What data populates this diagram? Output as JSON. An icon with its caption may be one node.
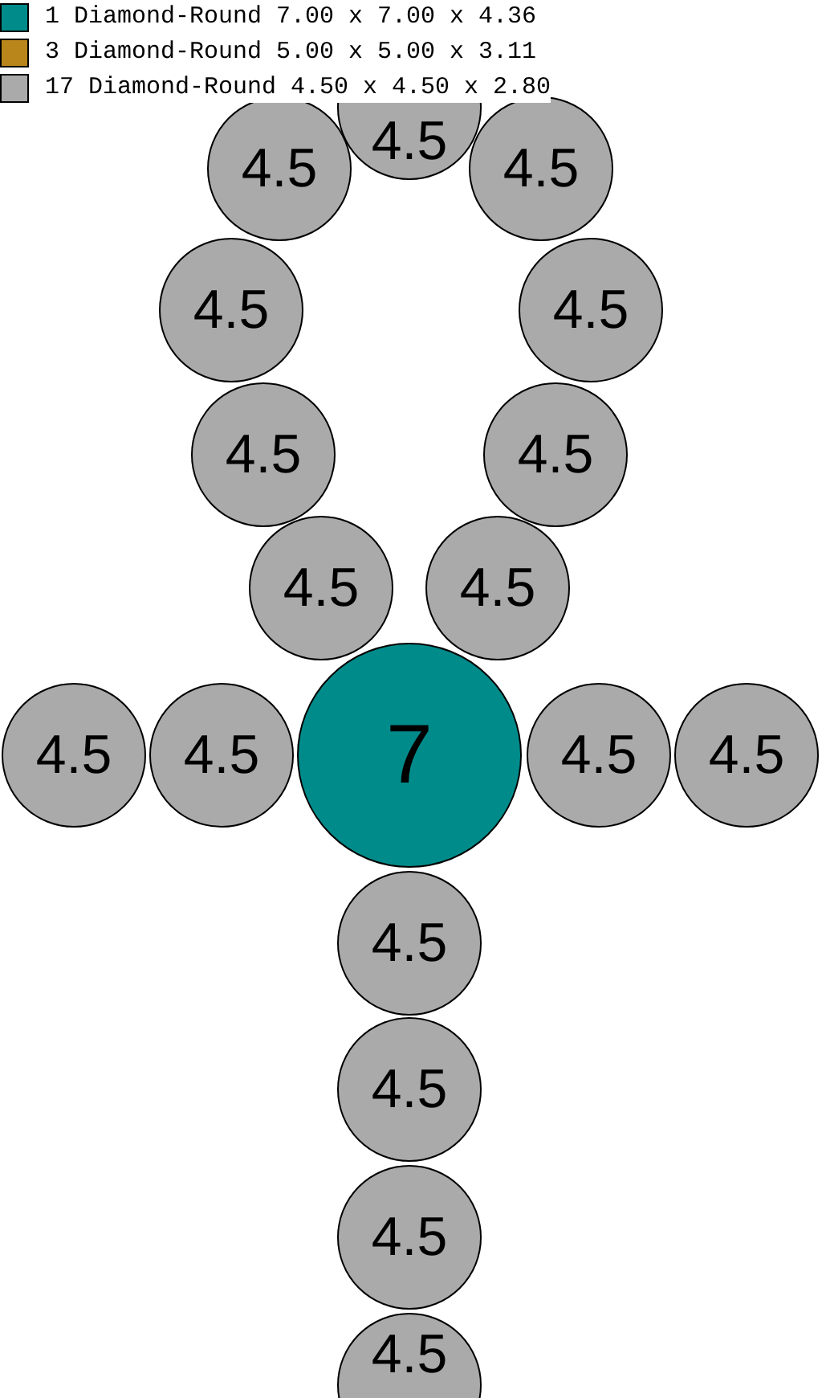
{
  "diagram": {
    "nodes": [
      {
        "text": [
          "4.5"
        ]
      },
      {
        "text": [
          "4.5"
        ]
      },
      {
        "text": [
          "4.5"
        ]
      },
      {
        "text": [
          "4.5"
        ]
      },
      {
        "text": [
          "4.5"
        ]
      },
      {
        "text": [
          "4.5"
        ]
      },
      {
        "text": [
          "4.5"
        ]
      },
      {
        "text": [
          "4.5"
        ]
      },
      {
        "text": [
          "4.5"
        ]
      },
      {
        "text": [
          "4.5"
        ]
      },
      {
        "text": [
          "4.5"
        ]
      },
      {
        "text": [
          "7"
        ]
      },
      {
        "text": [
          "4.5"
        ]
      },
      {
        "text": [
          "4.5"
        ]
      },
      {
        "text": [
          "4.5"
        ]
      },
      {
        "text": [
          "4.5"
        ]
      },
      {
        "text": [
          "4.5"
        ]
      },
      {
        "text": [
          "4.5"
        ]
      }
    ],
    "edges": [],
    "legend": [
      {
        "text": "1 Diamond-Round 7.00 x 7.00 x 4.36",
        "color": "#008b8b"
      },
      {
        "text": "3 Diamond-Round 5.00 x 5.00 x 3.11",
        "color": "#b8861b"
      },
      {
        "text": "17 Diamond-Round 4.50 x 4.50 x 2.80",
        "color": "#aaaaaa"
      }
    ]
  }
}
